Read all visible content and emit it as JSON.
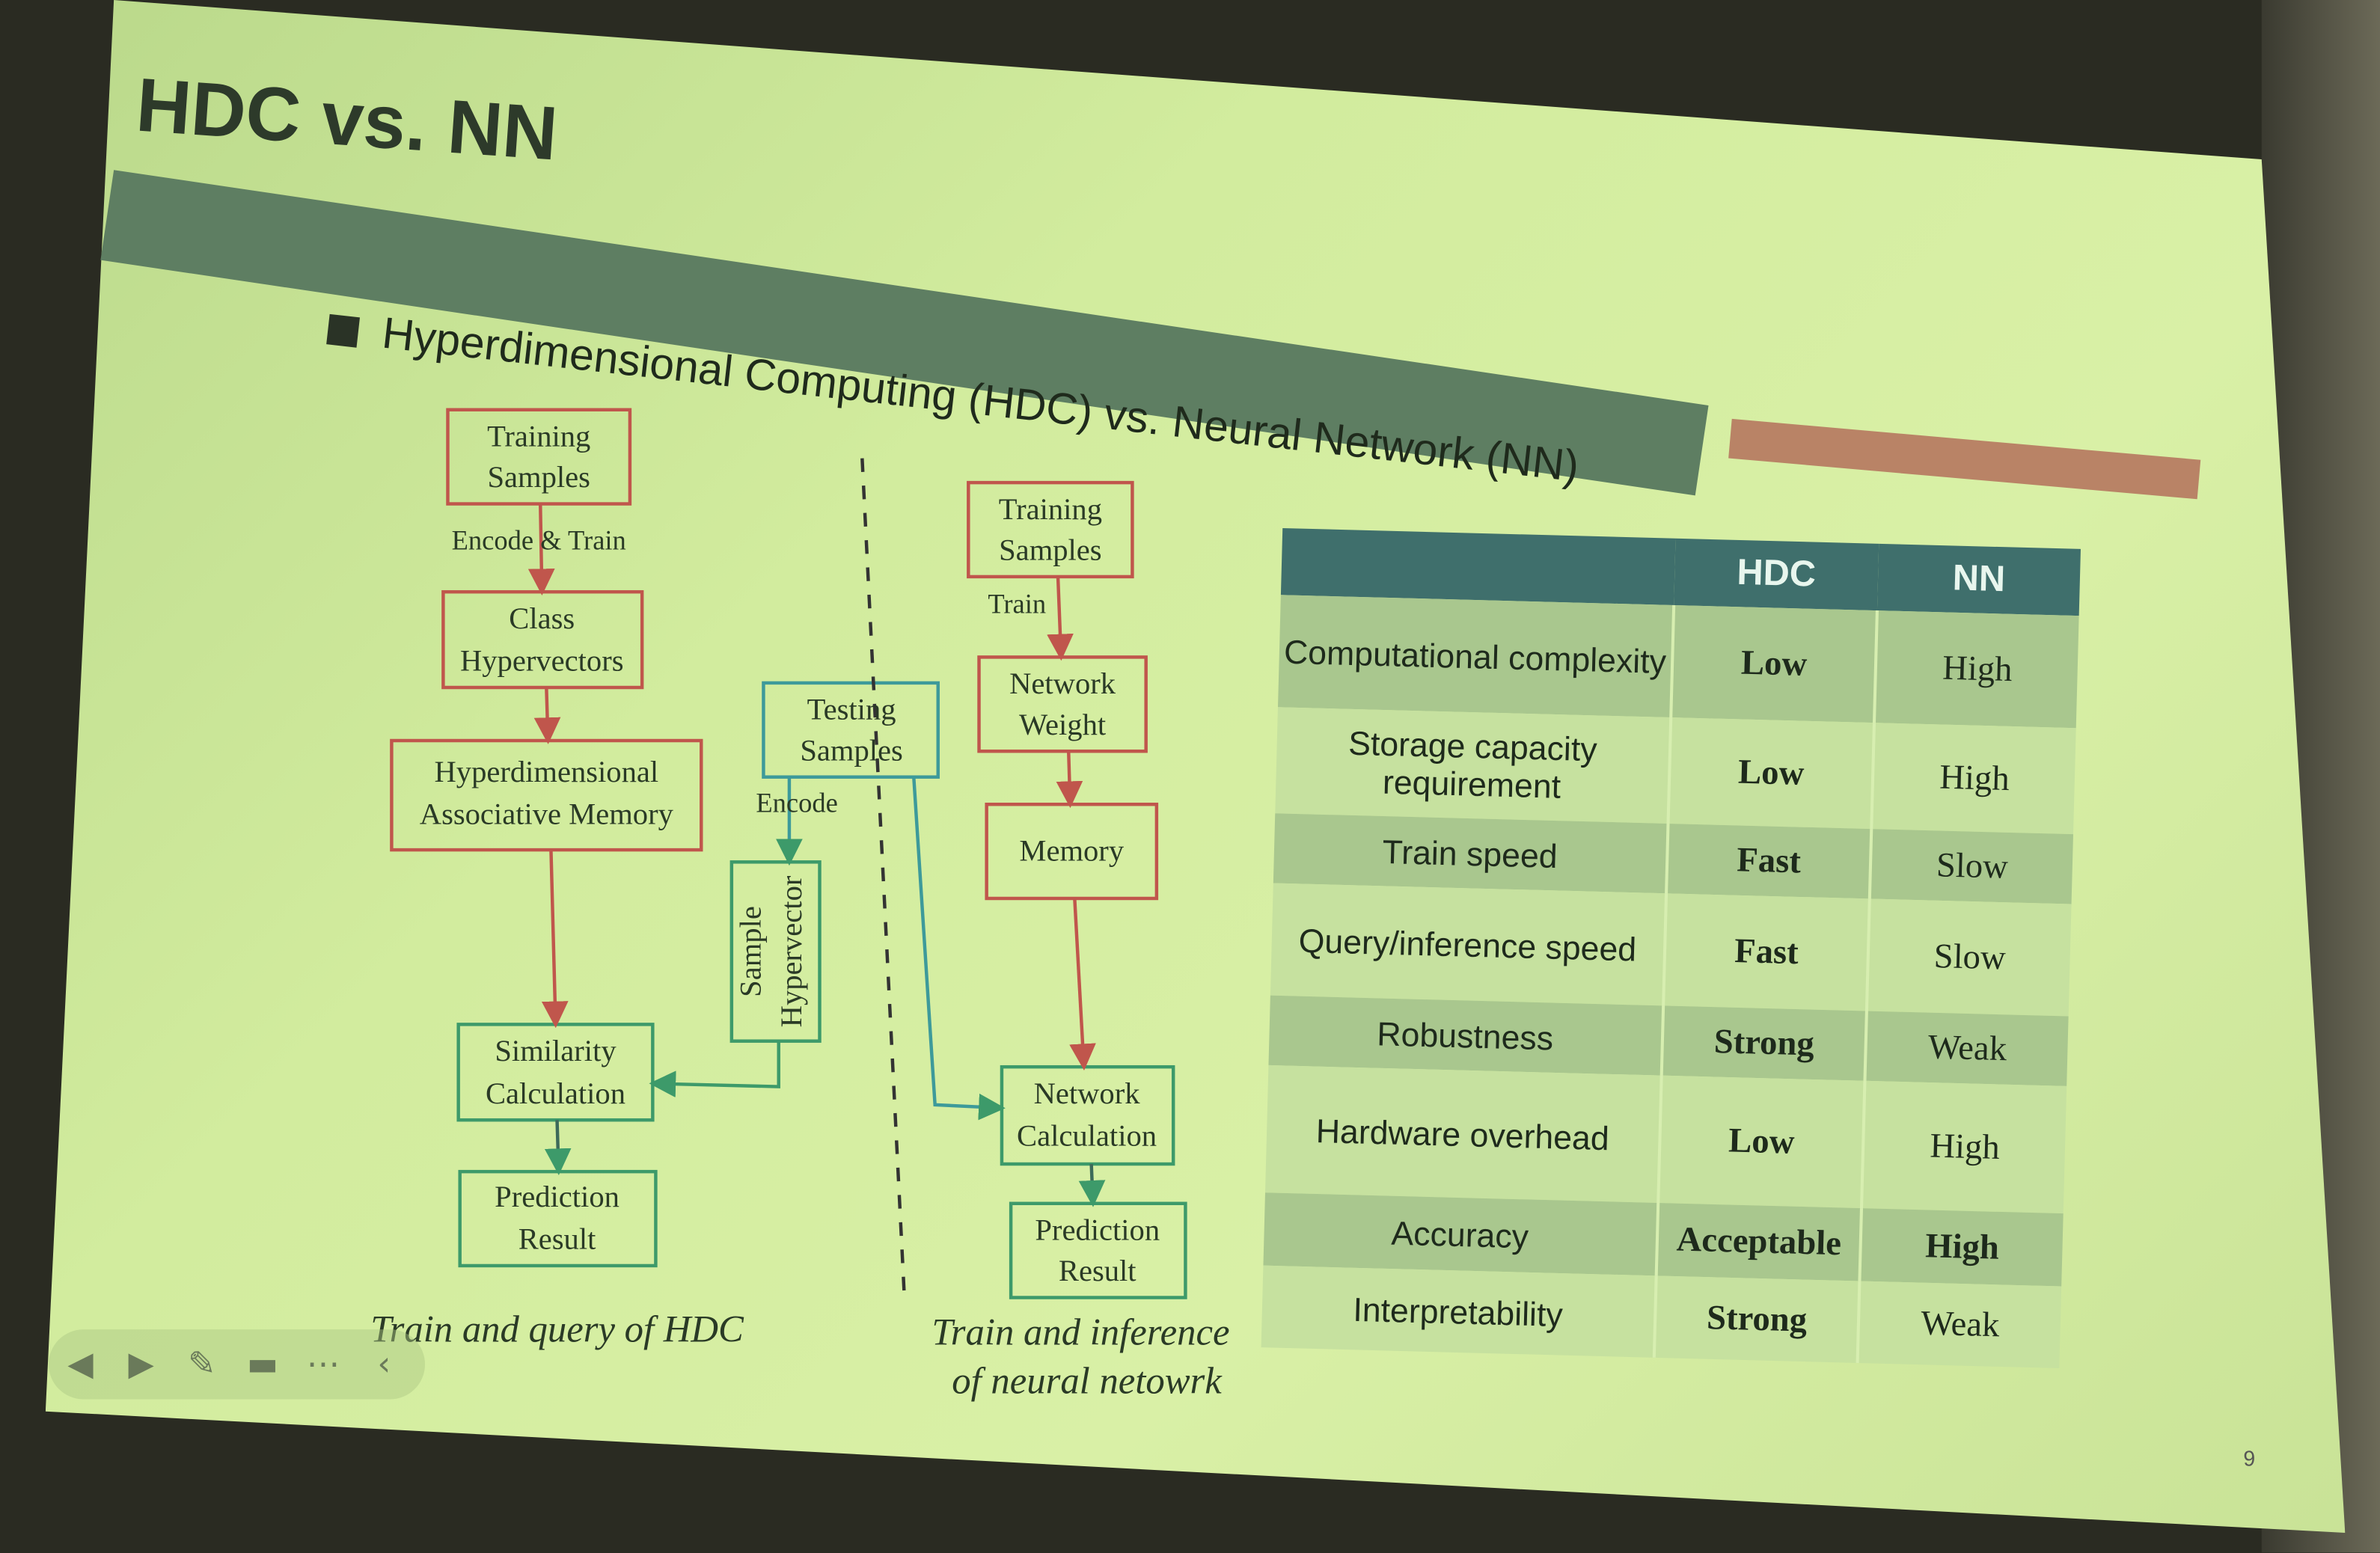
{
  "slide": {
    "title": "HDC vs. NN",
    "bullet": "Hyperdimensional Computing (HDC) vs. Neural Network (NN)",
    "page_number": "9"
  },
  "diagram_hdc": {
    "training_samples": [
      "Training",
      "Samples"
    ],
    "encode_train": "Encode & Train",
    "class_hypervectors": [
      "Class",
      "Hypervectors"
    ],
    "associative_memory": [
      "Hyperdimensional",
      "Associative Memory"
    ],
    "testing_samples": [
      "Testing",
      "Samples"
    ],
    "encode": "Encode",
    "sample_hypervector": [
      "Sample",
      "Hypervector"
    ],
    "similarity": [
      "Similarity",
      "Calculation"
    ],
    "prediction": [
      "Prediction",
      "Result"
    ],
    "caption": "Train and query of HDC"
  },
  "diagram_nn": {
    "training_samples": [
      "Training",
      "Samples"
    ],
    "train": "Train",
    "network_weight": [
      "Network",
      "Weight"
    ],
    "memory": "Memory",
    "network_calc": [
      "Network",
      "Calculation"
    ],
    "prediction": [
      "Prediction",
      "Result"
    ],
    "caption": [
      "Train and inference",
      "of neural netowrk"
    ]
  },
  "table": {
    "headers": [
      "",
      "HDC",
      "NN"
    ],
    "rows": [
      {
        "label": "Computational complexity",
        "hdc": "Low",
        "nn": "High"
      },
      {
        "label": "Storage capacity requirement",
        "hdc": "Low",
        "nn": "High"
      },
      {
        "label": "Train speed",
        "hdc": "Fast",
        "nn": "Slow"
      },
      {
        "label": "Query/inference speed",
        "hdc": "Fast",
        "nn": "Slow"
      },
      {
        "label": "Robustness",
        "hdc": "Strong",
        "nn": "Weak"
      },
      {
        "label": "Hardware overhead",
        "hdc": "Low",
        "nn": "High"
      },
      {
        "label": "Accuracy",
        "hdc": "Acceptable",
        "nn": "High"
      },
      {
        "label": "Interpretability",
        "hdc": "Strong",
        "nn": "Weak"
      }
    ]
  },
  "colors": {
    "red_box": "#c0564c",
    "green_box": "#3d9a6a",
    "header": "#3f6f6c"
  }
}
